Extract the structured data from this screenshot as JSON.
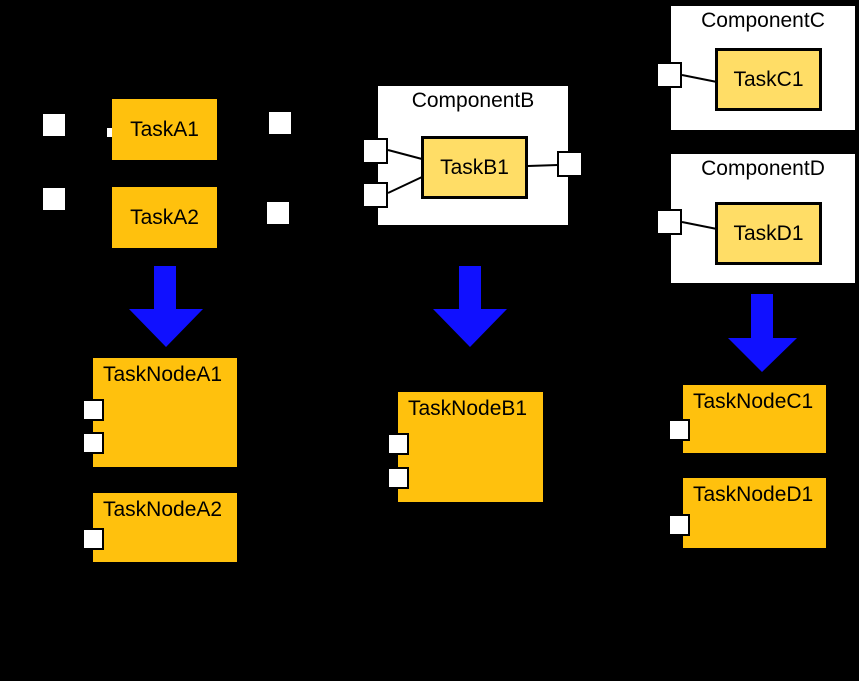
{
  "colors": {
    "background": "#000000",
    "task_fill": "#ffc10d",
    "component_task_fill": "#ffdd66",
    "component_fill": "#ffffff",
    "port_fill": "#ffffff",
    "arrow_blue": "#1010ff",
    "line_color": "#000000",
    "text_color": "#000000"
  },
  "diagram": {
    "group_a": {
      "task_a1": "TaskA1",
      "task_a2": "TaskA2",
      "tasknode_a1": "TaskNodeA1",
      "tasknode_a2": "TaskNodeA2"
    },
    "group_b": {
      "component_title": "ComponentB",
      "task_b1": "TaskB1",
      "tasknode_b1": "TaskNodeB1"
    },
    "group_c": {
      "component_title": "ComponentC",
      "task_c1": "TaskC1",
      "tasknode_c1": "TaskNodeC1"
    },
    "group_d": {
      "component_title": "ComponentD",
      "task_d1": "TaskD1",
      "tasknode_d1": "TaskNodeD1"
    }
  }
}
